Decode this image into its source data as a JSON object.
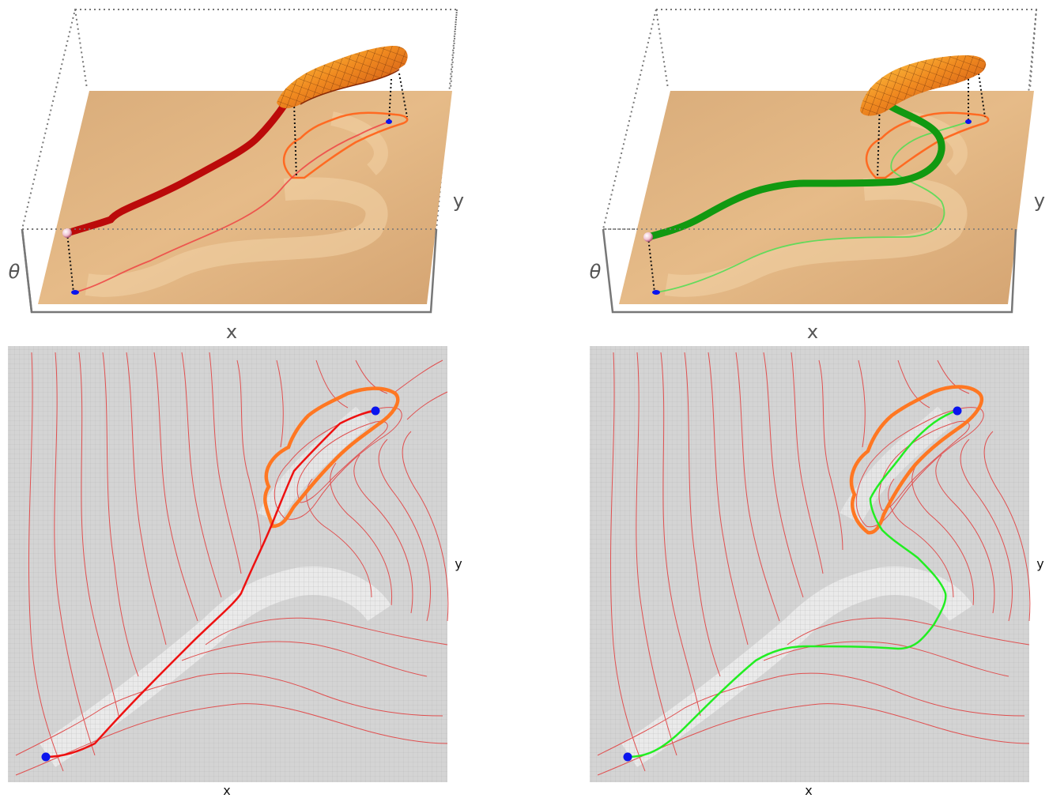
{
  "figure": {
    "panels": [
      {
        "id": "left",
        "path_color": "#dd1111",
        "tube_color": "#bb0a0a"
      },
      {
        "id": "right",
        "path_color": "#22dd22",
        "tube_color": "#119911"
      }
    ],
    "labels3d": {
      "x": "x",
      "y": "y",
      "theta": "θ"
    },
    "labels2d": {
      "x": "x",
      "y": "y"
    },
    "colors": {
      "terrain": "#e2b583",
      "terrain_light": "#f2d0a2",
      "contour": "#e05050",
      "goal_region": "#ff7722",
      "surface_dark": "#d85010",
      "surface_light": "#ffd040",
      "endpoint": "#0a14ee",
      "box": "#777777",
      "map_bg": "#d2d2d2",
      "map_light": "#f2f2f2"
    }
  }
}
